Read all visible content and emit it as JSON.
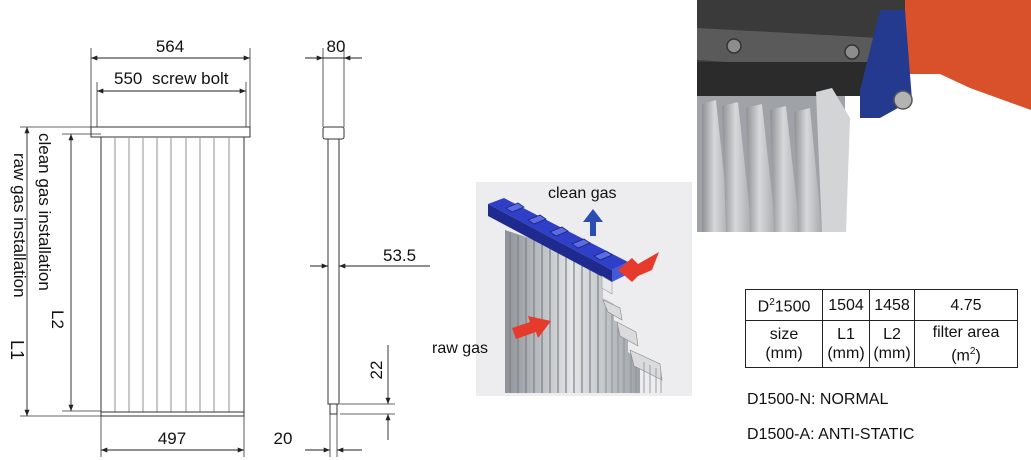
{
  "drawing": {
    "front": {
      "dim_top_outer": "564",
      "dim_top_bolt": "550",
      "dim_top_bolt_label": "screw bolt",
      "dim_bottom": "497",
      "label_l1": "L1",
      "label_raw": "raw gas installation",
      "label_clean": "clean gas installation",
      "label_l2": "L2"
    },
    "side": {
      "dim_top": "80",
      "dim_mid": "53.5",
      "dim_foot_height": "22",
      "dim_bottom": "20"
    }
  },
  "flow_illustration": {
    "clean_gas_label": "clean gas",
    "raw_gas_label": "raw gas",
    "colors": {
      "arrow": "#e53a2c",
      "clean_arrow": "#2b4db3",
      "housing": "#2f3fc8",
      "pleat": "#bfc3c8"
    }
  },
  "photo": {
    "colors": {
      "background": "#d9512a",
      "rail": "#3a3a3a",
      "end_cap": "#233a8e",
      "pleat": "#b8babd"
    }
  },
  "spec_table": {
    "row1": {
      "model_base": "D",
      "model_sup": "2",
      "model_rest": "1500",
      "l1": "1504",
      "l2": "1458",
      "area": "4.75"
    },
    "row2": {
      "size_label": "size",
      "size_unit": "(mm)",
      "l1_label": "L1",
      "l1_unit": "(mm)",
      "l2_label": "L2",
      "l2_unit": "(mm)",
      "area_label": "filter area",
      "area_unit_open": "(m",
      "area_unit_sup": "2",
      "area_unit_close": ")"
    }
  },
  "variants": {
    "normal": "D1500-N: NORMAL",
    "antistatic": "D1500-A: ANTI-STATIC"
  }
}
